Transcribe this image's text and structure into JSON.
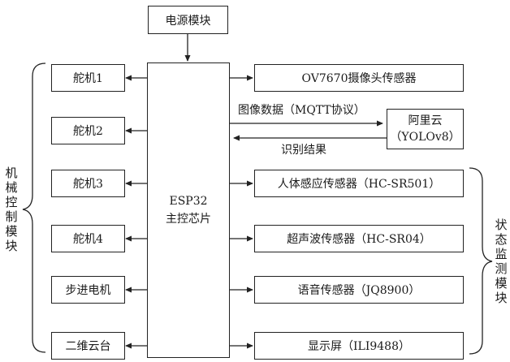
{
  "power": "电源模块",
  "chip": {
    "line1": "ESP32",
    "line2": "主控芯片"
  },
  "left_modules": [
    "舵机1",
    "舵机2",
    "舵机3",
    "舵机4",
    "步进电机",
    "二维云台"
  ],
  "right_modules": [
    "OV7670摄像头传感器",
    "人体感应传感器（HC-SR501）",
    "超声波传感器（HC-SR04）",
    "语音传感器（JQ8900）",
    "显示屏（ILI9488）"
  ],
  "cloud": {
    "line1": "阿里云",
    "line2": "（YOLOv8）"
  },
  "image_data_label": "图像数据（MQTT协议）",
  "result_label": "识别结果",
  "left_group_label": "机械控制模块",
  "right_group_label": "状态监测模块"
}
